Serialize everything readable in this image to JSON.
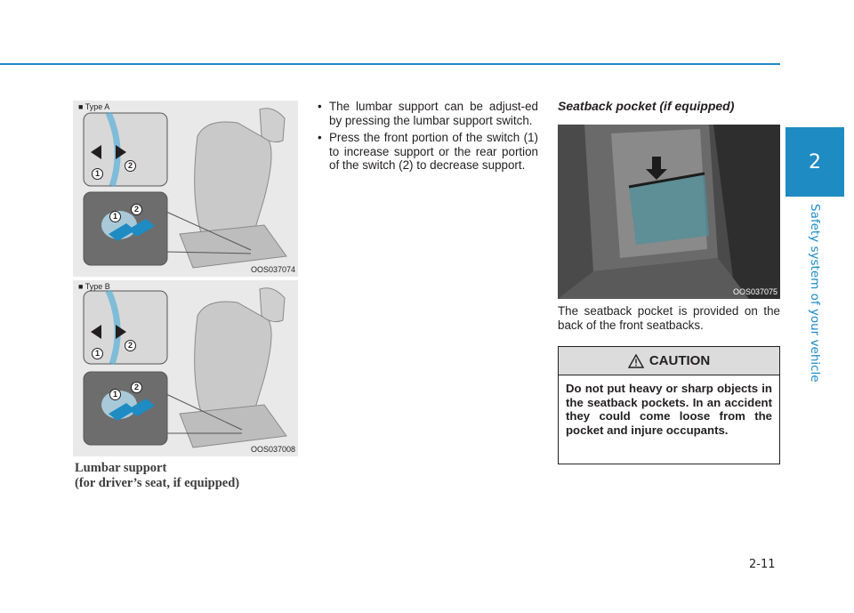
{
  "chapter": {
    "number": "2",
    "title": "Safety system of your vehicle"
  },
  "figures": {
    "type_a": {
      "label": "■ Type A",
      "code": "OOS037074",
      "badges": [
        "1",
        "2"
      ]
    },
    "type_b": {
      "label": "■ Type B",
      "code": "OOS037008",
      "badges": [
        "1",
        "2"
      ]
    }
  },
  "caption": {
    "line1": "Lumbar support",
    "line2": "(for driver’s seat, if equipped)"
  },
  "bullets": [
    "The lumbar support can be adjust-ed by pressing the lumbar support switch.",
    "Press the front portion of the switch (1) to increase support or the rear portion of the switch (2) to decrease support."
  ],
  "bullet_symbol": "•",
  "seatback": {
    "heading": "Seatback pocket (if equipped)",
    "photo_code": "OOS037075",
    "body": "The seatback pocket is provided on the back of the front seatbacks."
  },
  "caution": {
    "title": "CAUTION",
    "body": "Do not put heavy or sharp objects in the seatback pockets. In an accident they could come loose from the pocket and injure occupants."
  },
  "page_number": "2-11",
  "colors": {
    "accent": "#1e8bc3",
    "caution_header": "#dcdcdc"
  }
}
